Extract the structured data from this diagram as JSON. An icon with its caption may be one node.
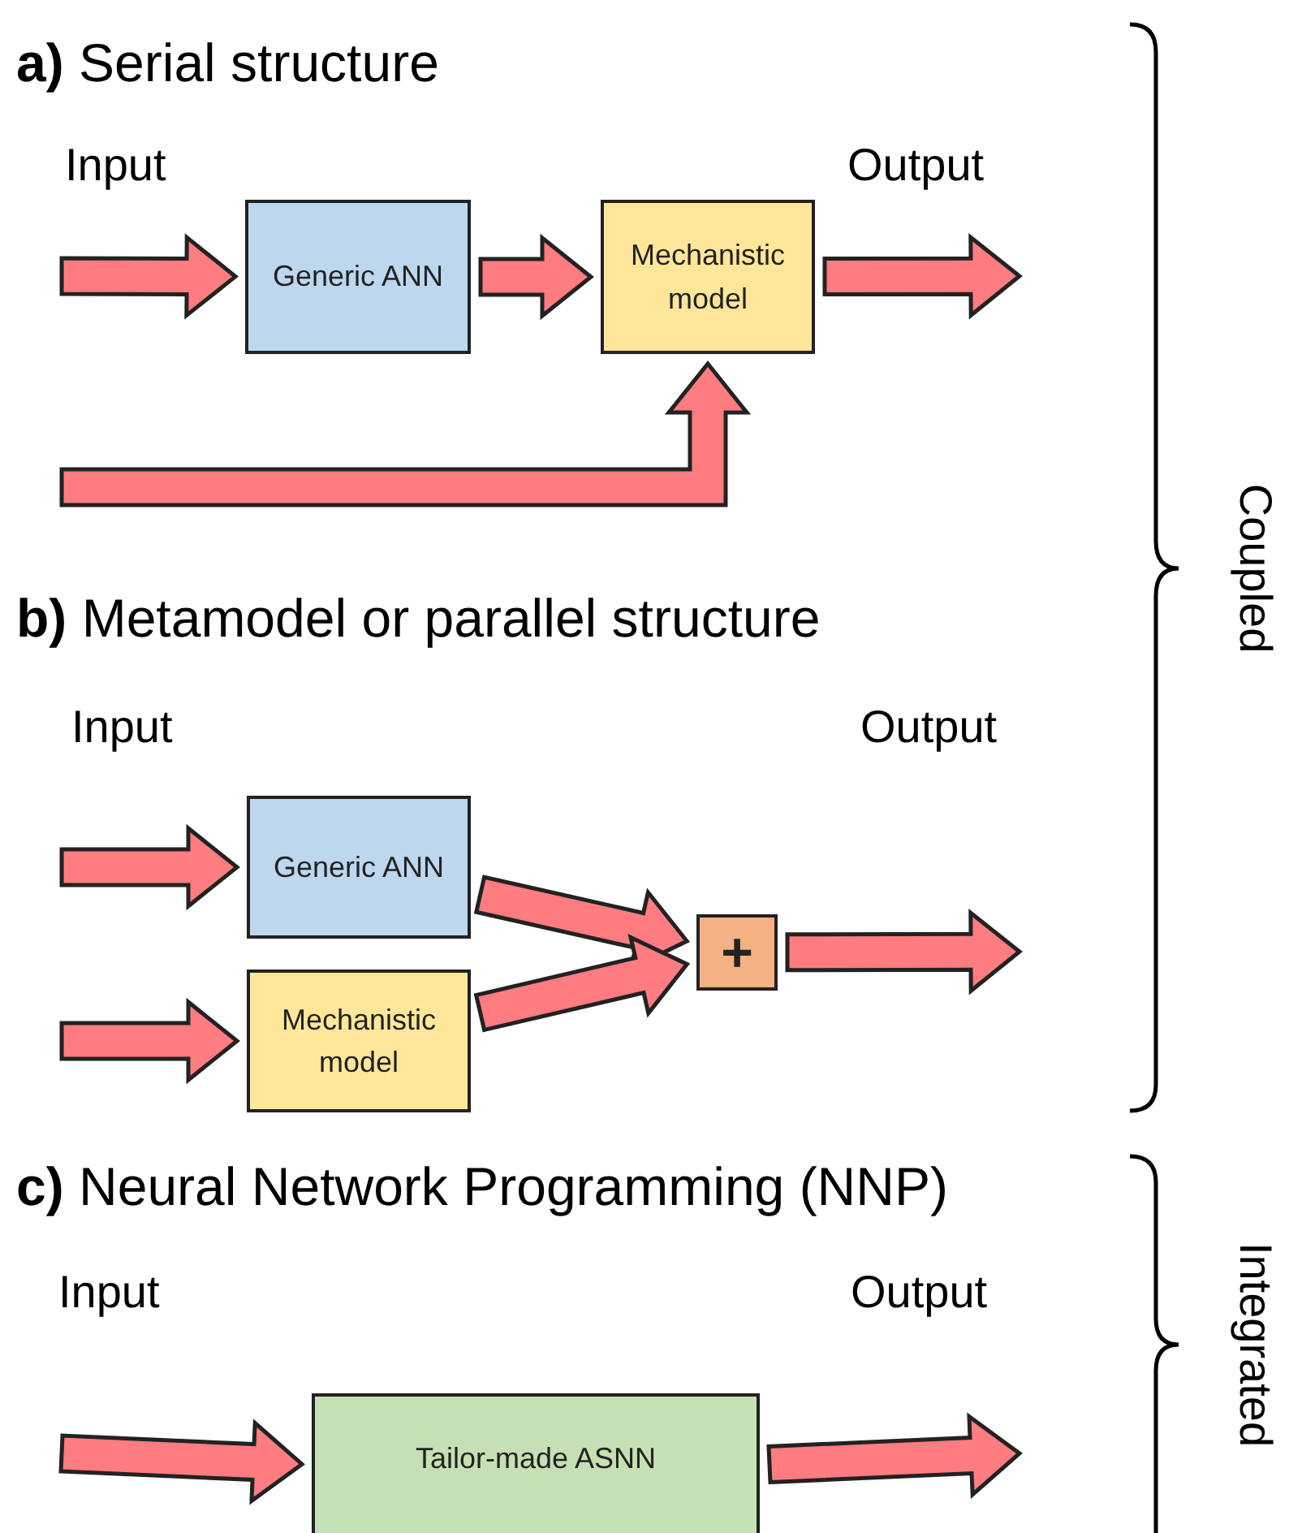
{
  "diagram": {
    "nodes": [
      {
        "text": [
          "Generic ANN"
        ]
      },
      {
        "text": [
          "Mechanistic model"
        ]
      },
      {
        "text": [
          "Generic ANN"
        ]
      },
      {
        "text": [
          "Mechanistic model"
        ]
      },
      {
        "text": [
          "+"
        ]
      },
      {
        "text": [
          "Tailor-made ASNN"
        ]
      }
    ],
    "edges": [
      {
        "from": null,
        "to": 0,
        "arrow": "to"
      },
      {
        "from": 0,
        "to": 1,
        "arrow": "to"
      },
      {
        "from": 1,
        "to": null,
        "arrow": "to"
      },
      {
        "from": null,
        "to": 1,
        "arrow": "to"
      },
      {
        "from": null,
        "to": 2,
        "arrow": "to"
      },
      {
        "from": null,
        "to": 3,
        "arrow": "to"
      },
      {
        "from": 2,
        "to": 4,
        "arrow": "to"
      },
      {
        "from": 3,
        "to": 4,
        "arrow": "to"
      },
      {
        "from": 4,
        "to": null,
        "arrow": "to"
      },
      {
        "from": null,
        "to": 5,
        "arrow": "to"
      },
      {
        "from": 5,
        "to": null,
        "arrow": "to"
      }
    ],
    "labels": [
      "**a)** Serial structure",
      "Input",
      "Output",
      "**b)** Metamodel or parallel structure",
      "Input",
      "Output",
      "**c)** Neural Network Programming (NNP)",
      "Input",
      "Output",
      "Coupled",
      "Integrated"
    ]
  }
}
